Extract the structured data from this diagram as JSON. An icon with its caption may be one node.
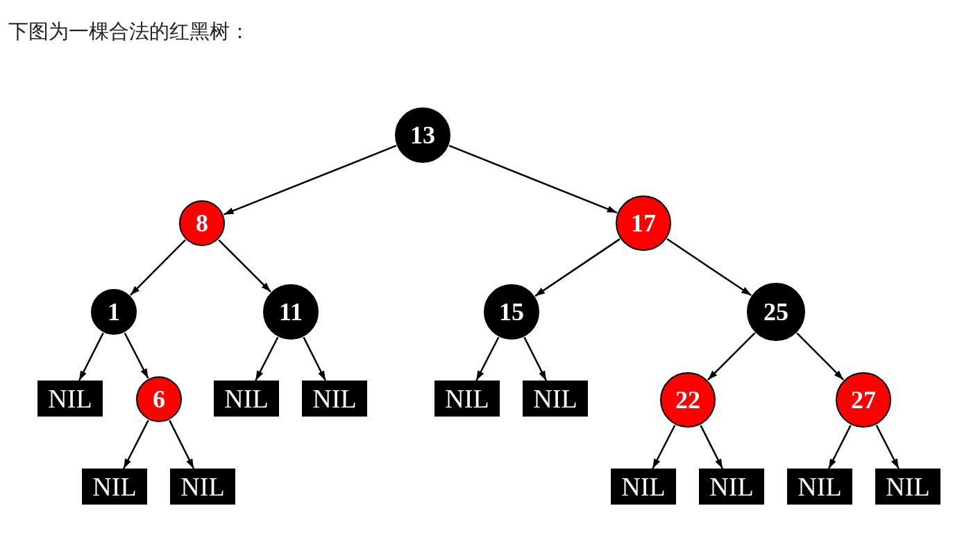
{
  "diagram": {
    "title": "下图为一棵合法的红黑树：",
    "nodes": [
      {
        "text": [
          "13"
        ]
      },
      {
        "text": [
          "8"
        ]
      },
      {
        "text": [
          "17"
        ]
      },
      {
        "text": [
          "1"
        ]
      },
      {
        "text": [
          "11"
        ]
      },
      {
        "text": [
          "15"
        ]
      },
      {
        "text": [
          "25"
        ]
      },
      {
        "text": [
          "NIL"
        ]
      },
      {
        "text": [
          "6"
        ]
      },
      {
        "text": [
          "NIL"
        ]
      },
      {
        "text": [
          "NIL"
        ]
      },
      {
        "text": [
          "NIL"
        ]
      },
      {
        "text": [
          "NIL"
        ]
      },
      {
        "text": [
          "22"
        ]
      },
      {
        "text": [
          "27"
        ]
      },
      {
        "text": [
          "NIL"
        ]
      },
      {
        "text": [
          "NIL"
        ]
      },
      {
        "text": [
          "NIL"
        ]
      },
      {
        "text": [
          "NIL"
        ]
      },
      {
        "text": [
          "NIL"
        ]
      },
      {
        "text": [
          "NIL"
        ]
      }
    ],
    "edges": [
      {
        "from": 0,
        "to": 1,
        "arrow": "to"
      },
      {
        "from": 0,
        "to": 2,
        "arrow": "to"
      },
      {
        "from": 1,
        "to": 3,
        "arrow": "to"
      },
      {
        "from": 1,
        "to": 4,
        "arrow": "to"
      },
      {
        "from": 2,
        "to": 5,
        "arrow": "to"
      },
      {
        "from": 2,
        "to": 6,
        "arrow": "to"
      },
      {
        "from": 3,
        "to": 7,
        "arrow": "to"
      },
      {
        "from": 3,
        "to": 8,
        "arrow": "to"
      },
      {
        "from": 4,
        "to": 9,
        "arrow": "to"
      },
      {
        "from": 4,
        "to": 10,
        "arrow": "to"
      },
      {
        "from": 5,
        "to": 11,
        "arrow": "to"
      },
      {
        "from": 5,
        "to": 12,
        "arrow": "to"
      },
      {
        "from": 6,
        "to": 13,
        "arrow": "to"
      },
      {
        "from": 6,
        "to": 14,
        "arrow": "to"
      },
      {
        "from": 8,
        "to": 15,
        "arrow": "to"
      },
      {
        "from": 8,
        "to": 16,
        "arrow": "to"
      },
      {
        "from": 13,
        "to": 17,
        "arrow": "to"
      },
      {
        "from": 13,
        "to": 18,
        "arrow": "to"
      },
      {
        "from": 14,
        "to": 19,
        "arrow": "to"
      },
      {
        "from": 14,
        "to": 20,
        "arrow": "to"
      }
    ]
  }
}
